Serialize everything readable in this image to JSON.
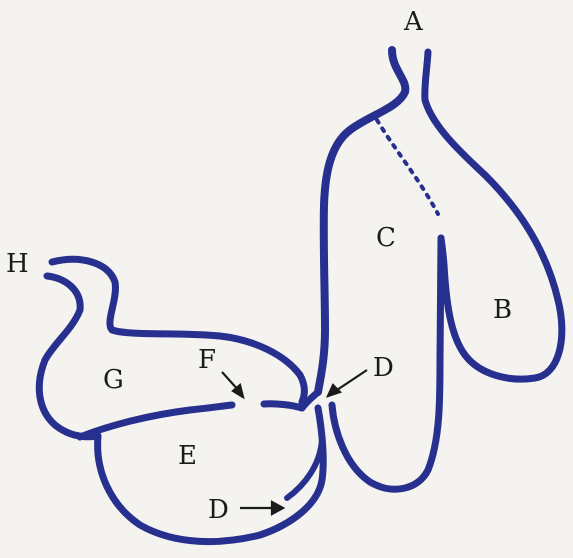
{
  "labels": {
    "a": "A",
    "b": "B",
    "c": "C",
    "d_upper": "D",
    "d_lower": "D",
    "e": "E",
    "f": "F",
    "g": "G",
    "h": "H"
  },
  "colors": {
    "ink": "#27308f",
    "text": "#1a1a1a",
    "paper": "#f4f3ef"
  }
}
